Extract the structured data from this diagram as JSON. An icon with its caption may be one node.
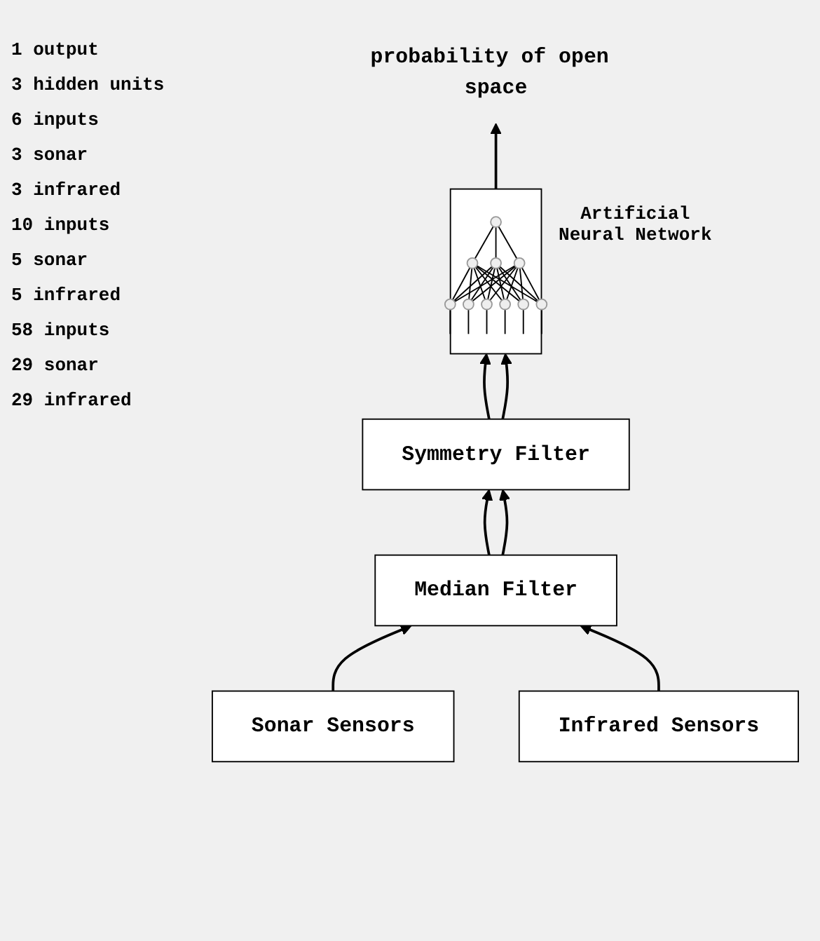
{
  "diagram": {
    "nodes": [
      {
        "text": [
          "Sonar Sensors"
        ]
      },
      {
        "text": [
          "Infrared Sensors"
        ]
      },
      {
        "text": [
          "Median Filter"
        ]
      },
      {
        "text": [
          "Symmetry Filter"
        ]
      },
      {
        "text": [],
        "shape": "picture",
        "beside": [
          "Artificial Neural Network"
        ]
      },
      {
        "text": [
          "probability of open space"
        ]
      }
    ],
    "edges": [
      {
        "from": 0,
        "to": 2,
        "arrow": "to"
      },
      {
        "from": 1,
        "to": 2,
        "arrow": "to"
      },
      {
        "from": 2,
        "to": 3,
        "arrow": "to"
      },
      {
        "from": 2,
        "to": 3,
        "arrow": "to"
      },
      {
        "from": 3,
        "to": 4,
        "arrow": "to"
      },
      {
        "from": 3,
        "to": 4,
        "arrow": "to"
      },
      {
        "from": 4,
        "to": 5,
        "arrow": "to"
      }
    ],
    "labels": [
      "1 output",
      "3 hidden units",
      "6 inputs",
      "3 sonar",
      "3 infrared",
      "10 inputs",
      "5 sonar",
      "5 infrared",
      "58 inputs",
      "29 sonar",
      "29 infrared"
    ]
  }
}
